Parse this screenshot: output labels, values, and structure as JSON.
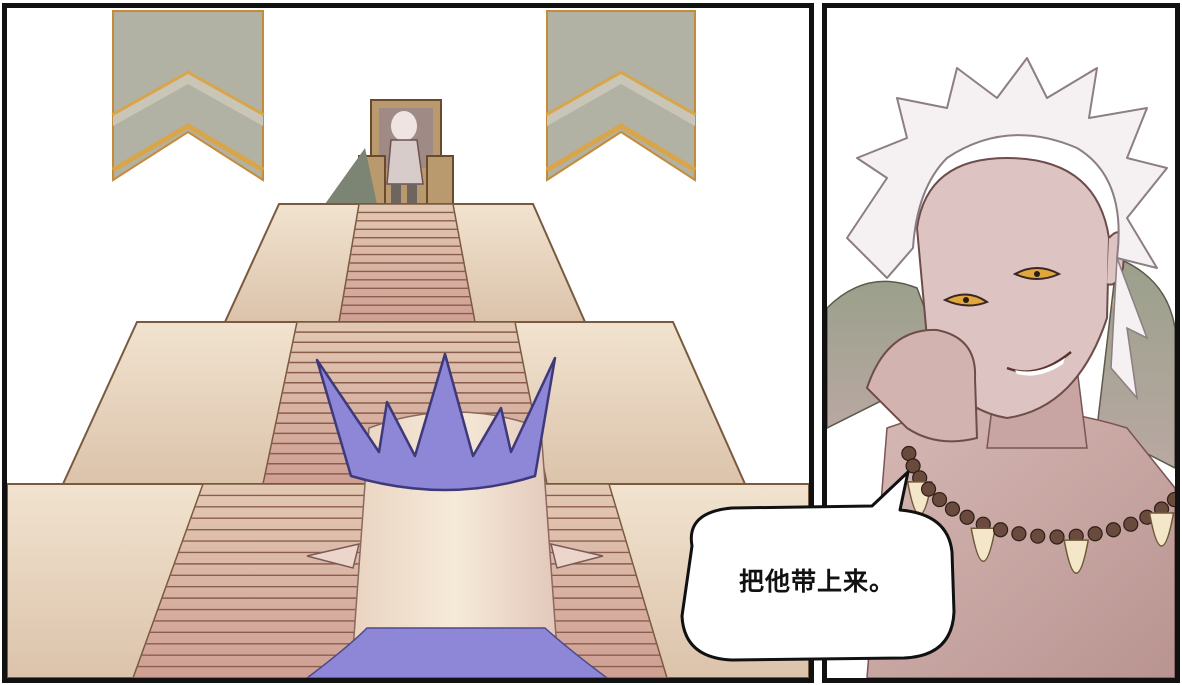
{
  "panels": [
    {
      "id": "throne-room",
      "description_icon": "throne-room-scene"
    },
    {
      "id": "king-closeup",
      "description_icon": "white-haired-king-portrait"
    }
  ],
  "speech_bubble": {
    "text": "把他带上来。"
  },
  "colors": {
    "border": "#111111",
    "stone": "#e9d8c3",
    "stair": "#d9b9a6",
    "banner": "#a9aa9c",
    "banner_trim": "#d4a24a",
    "crown": "#8e86d6",
    "hair_blonde": "#f1e2cf",
    "hair_white": "#f3eef0",
    "skin": "#c9a9a7",
    "eye": "#e0a83c",
    "fur": "#8f9582"
  }
}
